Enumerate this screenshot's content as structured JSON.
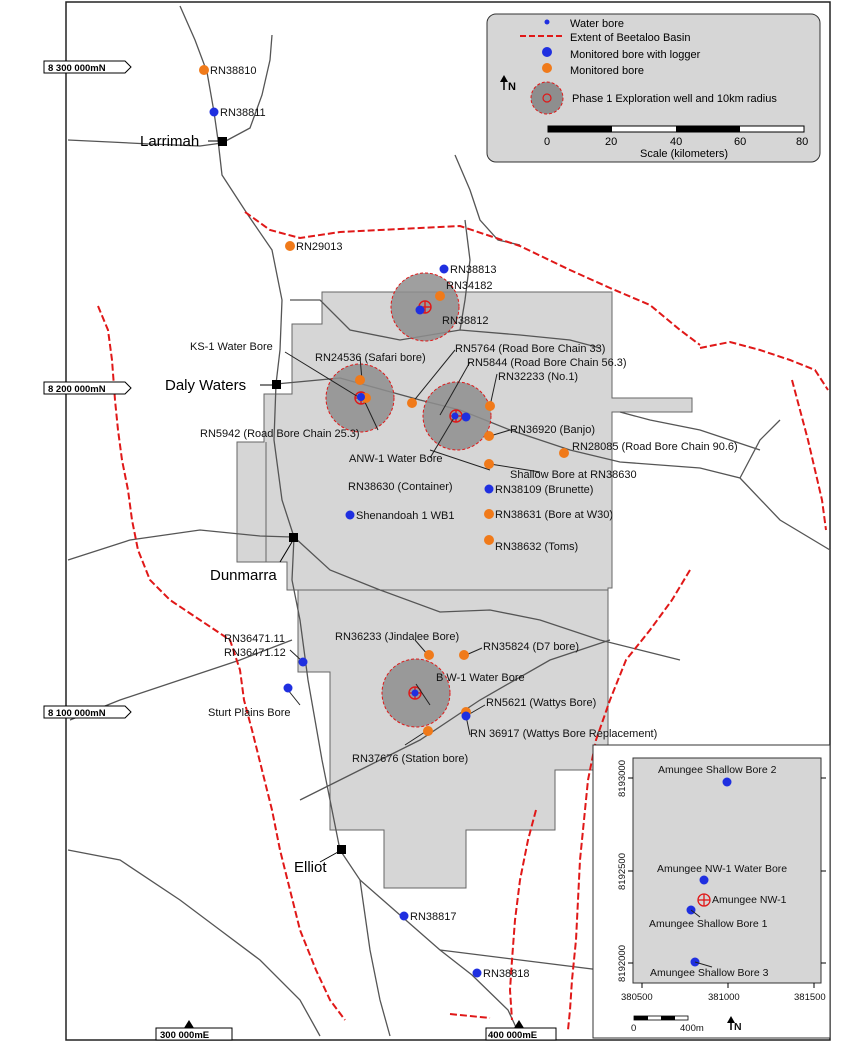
{
  "legend": {
    "water_bore": "Water bore",
    "basin_extent": "Extent of Beetaloo Basin",
    "logger_bore": "Monitored bore with logger",
    "monitored_bore": "Monitored bore",
    "exploration": "Phase 1 Exploration well and 10km radius",
    "north": "N",
    "scale_ticks": [
      "0",
      "20",
      "40",
      "60",
      "80"
    ],
    "scale_caption": "Scale (kilometers)"
  },
  "coords": {
    "n1": "8 300 000mN",
    "n2": "8 200 000mN",
    "n3": "8 100 000mN",
    "e1": "300 000mE",
    "e2": "400 000mE"
  },
  "towns": {
    "larrimah": "Larrimah",
    "daly": "Daly Waters",
    "dunmarra": "Dunmarra",
    "elliot": "Elliot"
  },
  "bores": {
    "rn38810": "RN38810",
    "rn38811": "RN38811",
    "rn29013": "RN29013",
    "rn38813": "RN38813",
    "rn34182": "RN34182",
    "rn38812": "RN38812",
    "ks1": "KS-1 Water Bore",
    "rn24536": "RN24536 (Safari bore)",
    "rn5764": "RN5764 (Road Bore Chain 33)",
    "rn5844": "RN5844 (Road Bore Chain 56.3)",
    "rn32233": "RN32233 (No.1)",
    "rn5942": "RN5942 (Road Bore Chain 25.3)",
    "rn36920": "RN36920 (Banjo)",
    "rn28085": "RN28085 (Road Bore Chain 90.6)",
    "anw1": "ANW-1 Water Bore",
    "shallow38630": "Shallow Bore at RN38630",
    "rn38630": "RN38630 (Container)",
    "rn38109": "RN38109 (Brunette)",
    "shenandoah": "Shenandoah 1 WB1",
    "rn38631": "RN38631 (Bore at W30)",
    "rn38632": "RN38632 (Toms)",
    "rn36233": "RN36233 (Jindalee Bore)",
    "rn35824": "RN35824 (D7 bore)",
    "rn36471_11": "RN36471.11",
    "rn36471_12": "RN36471.12",
    "bw1": "B W-1 Water Bore",
    "sturt": "Sturt Plains Bore",
    "rn5621": "RN5621 (Wattys Bore)",
    "rn36917": "RN 36917 (Wattys Bore Replacement)",
    "rn37676": "RN37676 (Station bore)",
    "rn38817": "RN38817",
    "rn38818": "RN38818"
  },
  "inset": {
    "shallow2": "Amungee Shallow Bore 2",
    "nw1water": "Amungee NW-1 Water Bore",
    "nw1": "Amungee NW-1",
    "shallow1": "Amungee Shallow Bore 1",
    "shallow3": "Amungee Shallow Bore 3",
    "y_ticks": [
      "8193000",
      "8192500",
      "8192000"
    ],
    "x_ticks": [
      "380500",
      "381000",
      "381500"
    ],
    "scale_start": "0",
    "scale_end": "400m",
    "north": "N"
  },
  "colors": {
    "water_bore": "#1f2fe0",
    "monitored_bore": "#f07a1a",
    "basin_extent": "#e01818",
    "basin_fill": "#d6d6d6",
    "radius_fill": "#8e8e8e",
    "road": "#555555"
  }
}
